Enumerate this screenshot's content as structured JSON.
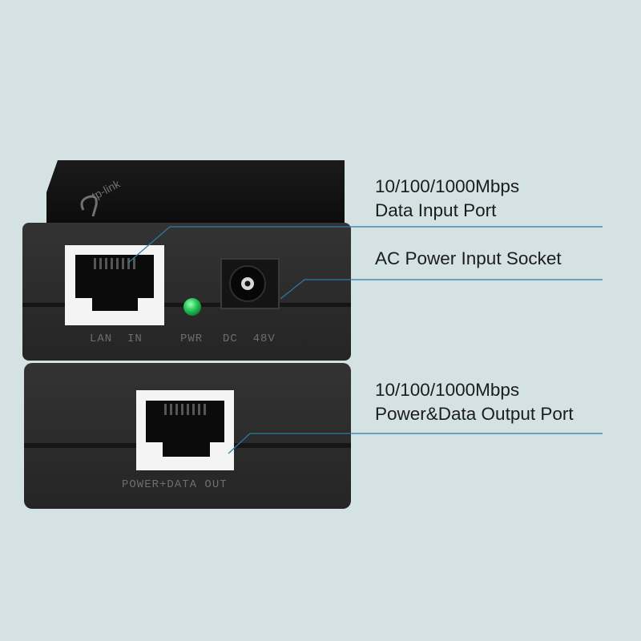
{
  "brand": {
    "logo_text": "tp-link"
  },
  "device": {
    "top_unit": {
      "port_label_lan": "LAN  IN",
      "led_label": "PWR",
      "dc_label": "DC  48V"
    },
    "bottom_unit": {
      "port_label_out": "POWER+DATA OUT"
    }
  },
  "callouts": [
    {
      "line1": "10/100/1000Mbps",
      "line2": "Data Input Port"
    },
    {
      "line1": "AC Power Input Socket",
      "line2": ""
    },
    {
      "line1": "10/100/1000Mbps",
      "line2": "Power&Data Output Port"
    }
  ],
  "colors": {
    "background": "#d5e2e3",
    "device_body": "#2b2b2b",
    "leader_line": "#2a7ea0",
    "led": "#27c95a",
    "port_frame": "#f4f4f4"
  }
}
